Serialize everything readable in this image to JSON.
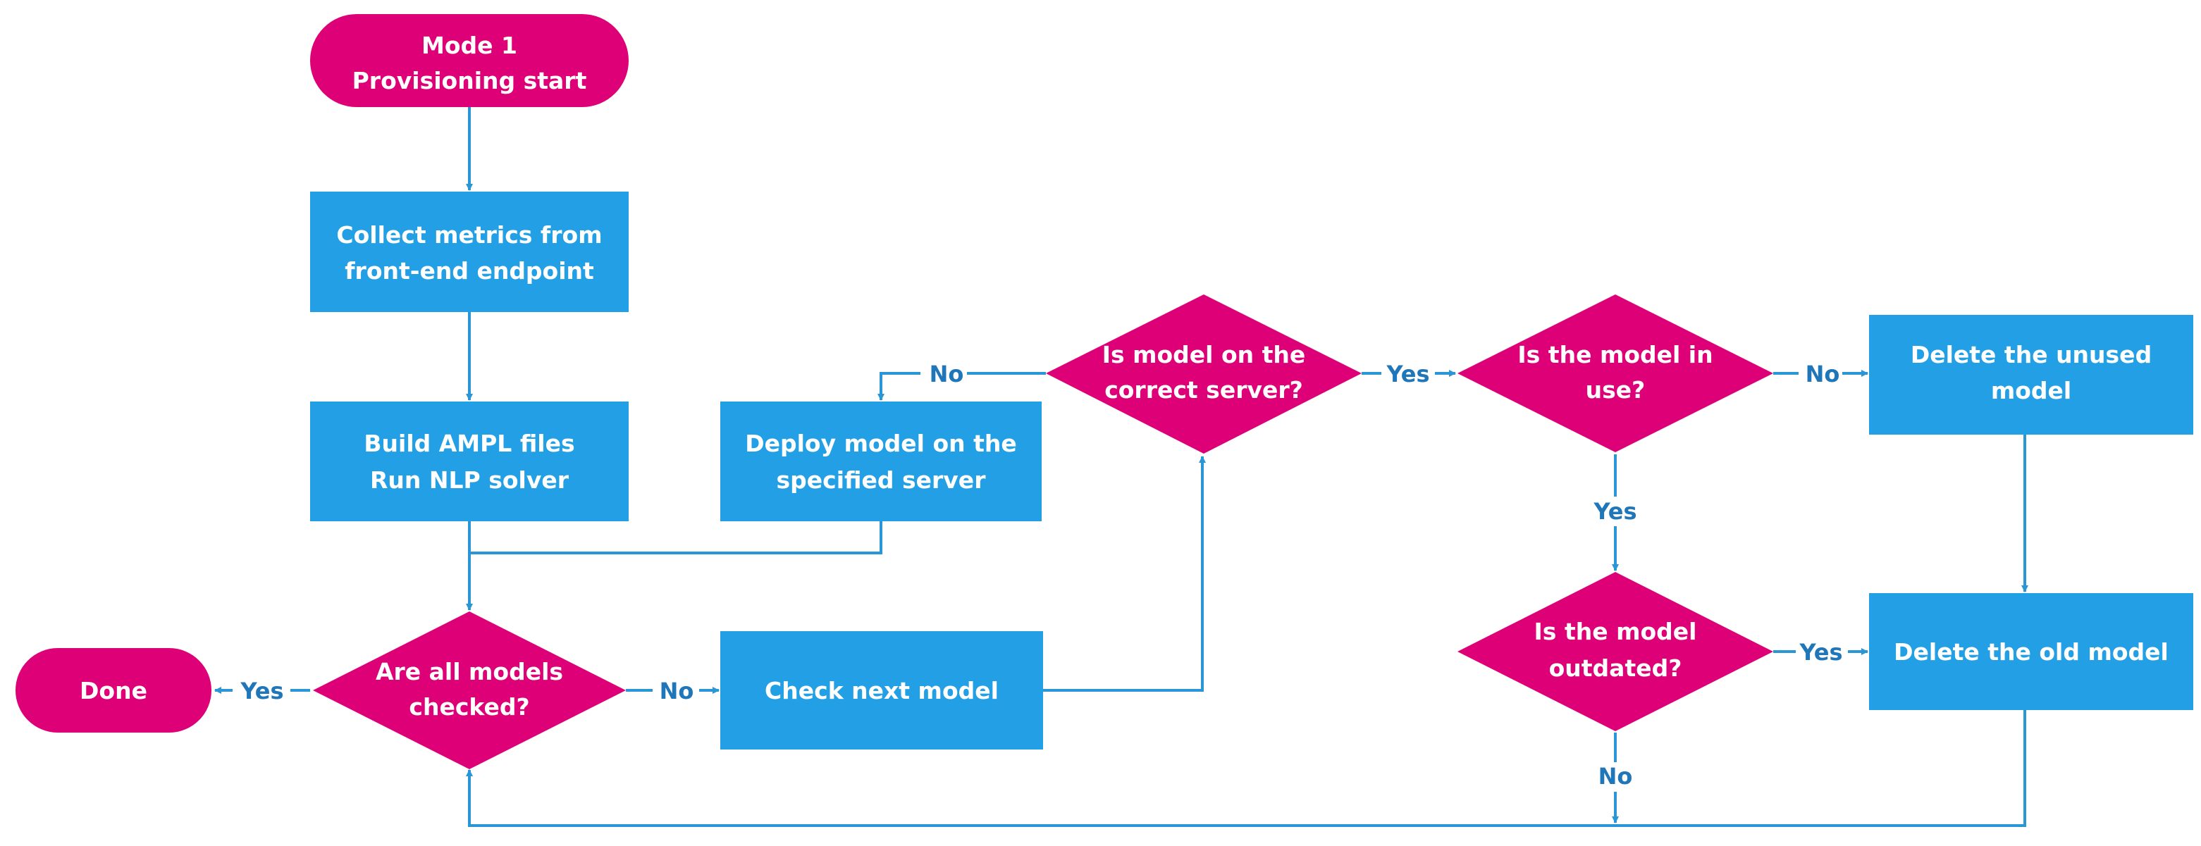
{
  "colors": {
    "terminal": "#de0077",
    "decision": "#de0077",
    "process": "#23a0e5",
    "connector": "#2a96d6",
    "node_text": "#ffffff",
    "edge_label": "#1f76b8"
  },
  "nodes": {
    "start": {
      "line1": "Mode 1",
      "line2": "Provisioning start"
    },
    "collect": {
      "line1": "Collect metrics from",
      "line2": "front-end endpoint"
    },
    "build": {
      "line1": "Build AMPL files",
      "line2": "Run NLP solver"
    },
    "deploy": {
      "line1": "Deploy model on the",
      "line2": "specified server"
    },
    "all_checked": {
      "line1": "Are all models",
      "line2": "checked?"
    },
    "done": {
      "line1": "Done"
    },
    "check_next": {
      "line1": "Check next model"
    },
    "correct_server": {
      "line1": "Is model on the",
      "line2": "correct server?"
    },
    "in_use": {
      "line1": "Is the model in",
      "line2": "use?"
    },
    "delete_unused": {
      "line1": "Delete the unused",
      "line2": "model"
    },
    "outdated": {
      "line1": "Is the model",
      "line2": "outdated?"
    },
    "delete_old": {
      "line1": "Delete the old model"
    }
  },
  "edge_labels": {
    "correct_server_no": "No",
    "correct_server_yes": "Yes",
    "in_use_no": "No",
    "in_use_yes": "Yes",
    "outdated_yes": "Yes",
    "outdated_no": "No",
    "all_checked_yes": "Yes",
    "all_checked_no": "No"
  }
}
